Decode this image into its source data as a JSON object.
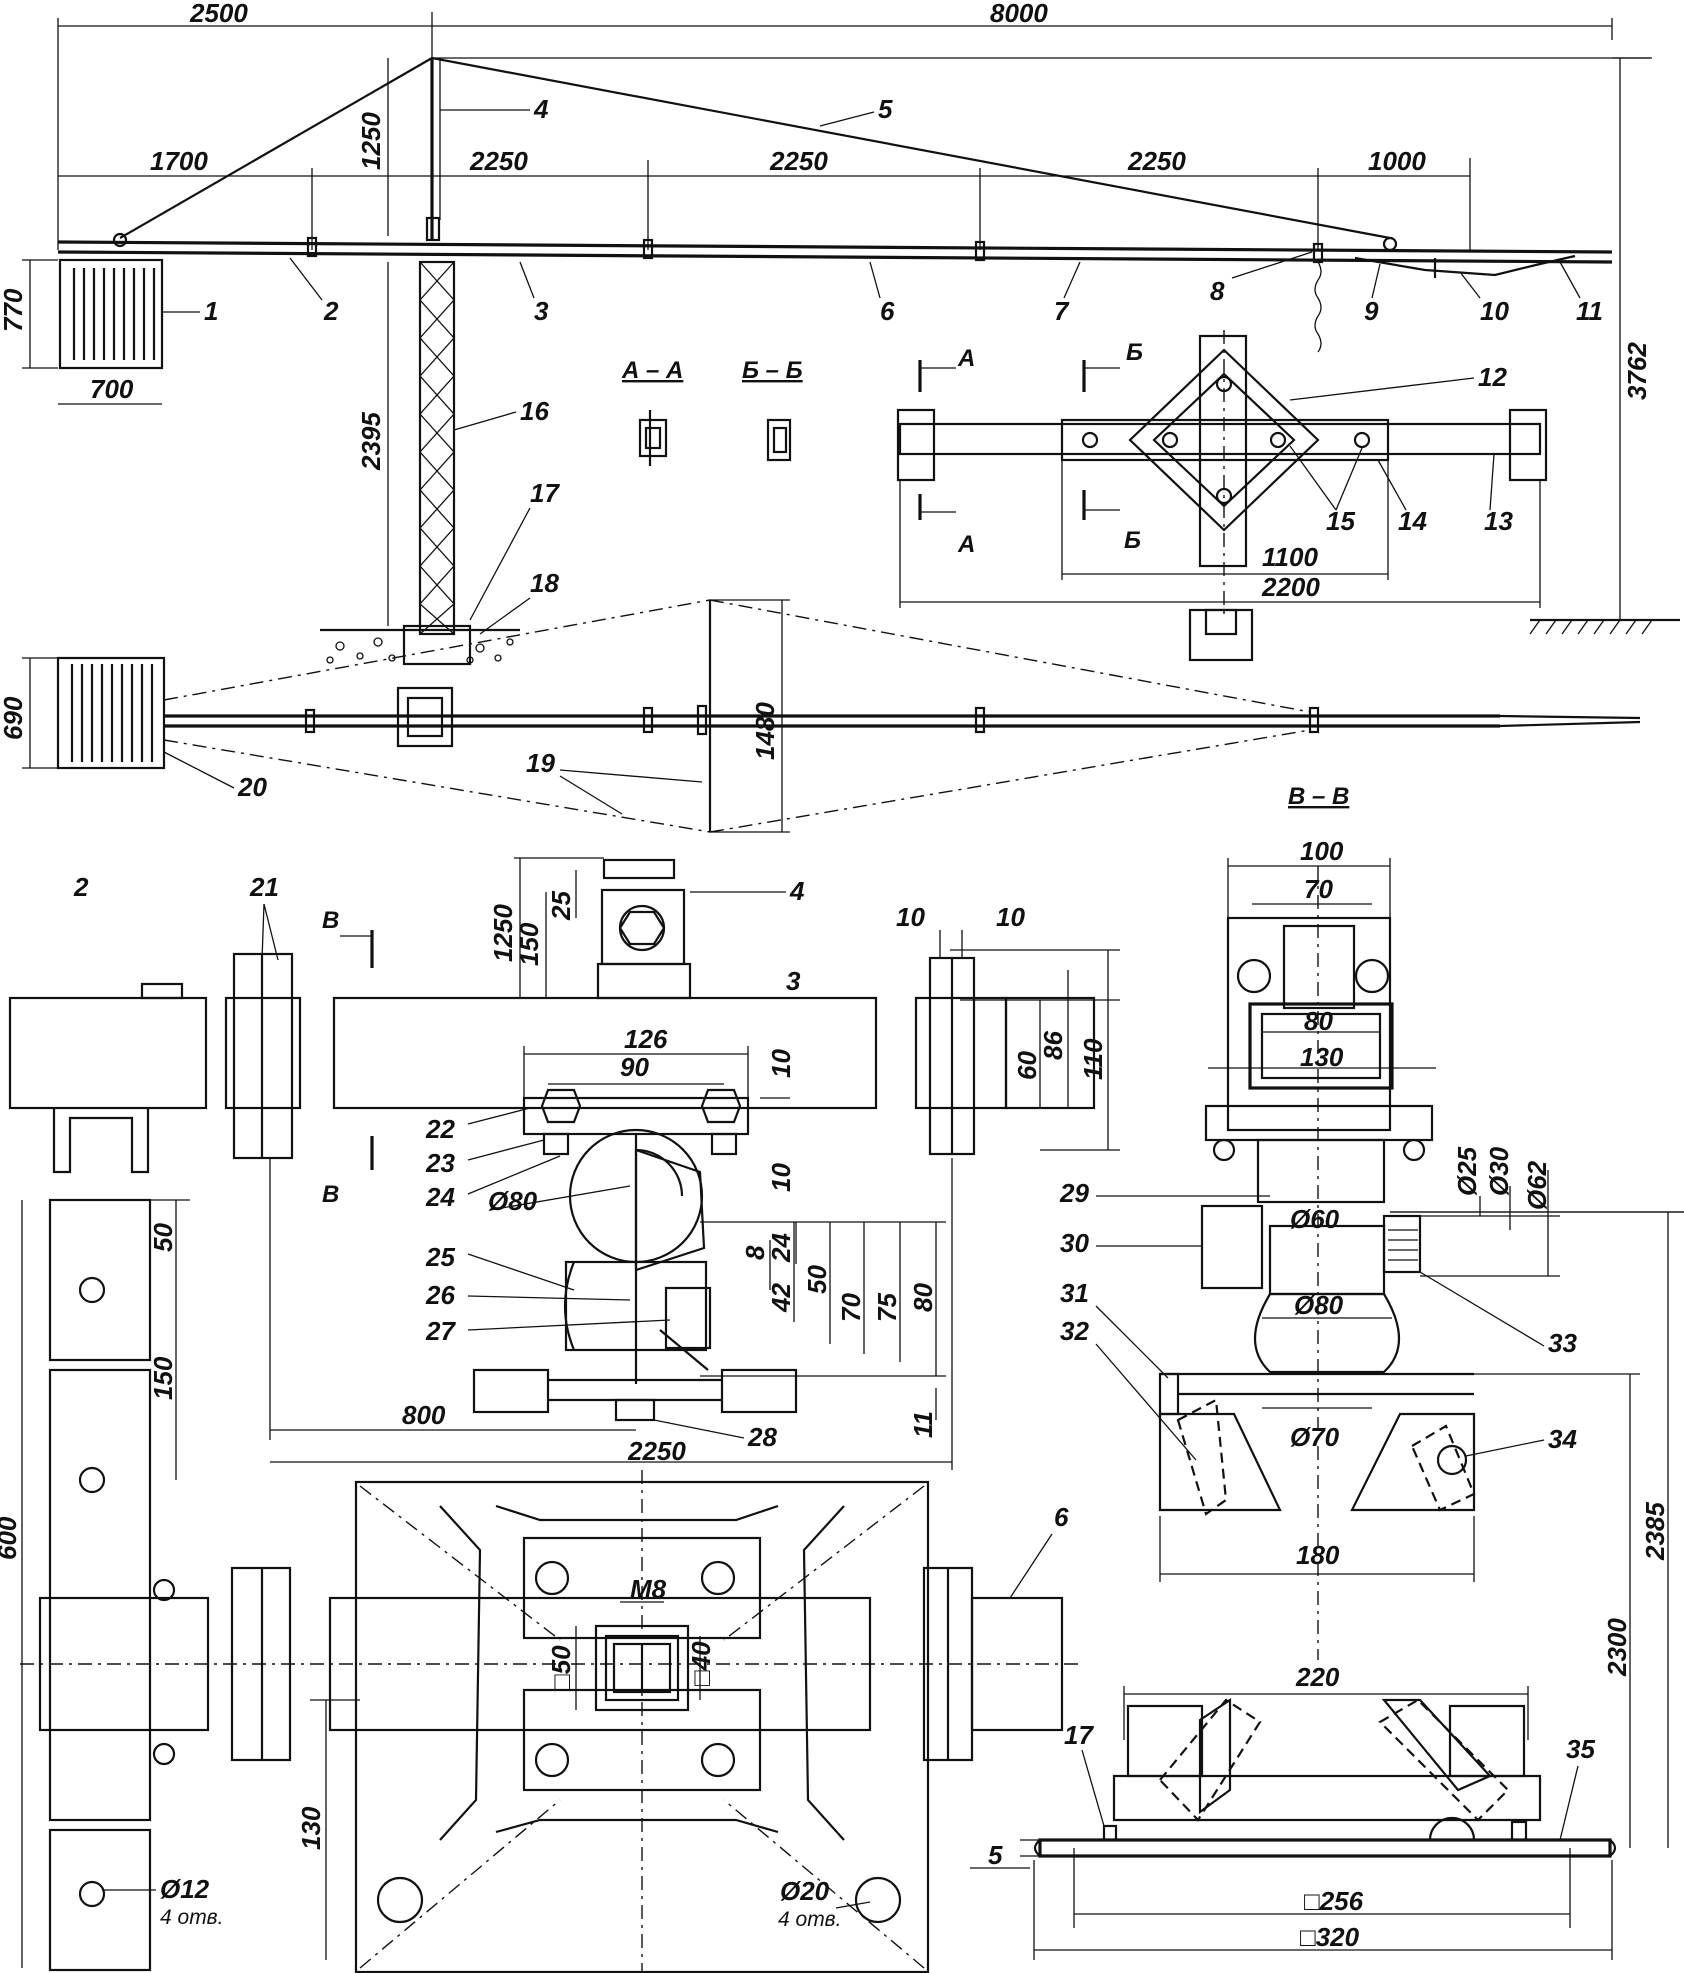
{
  "part_numbers": [
    "1",
    "2",
    "3",
    "4",
    "5",
    "6",
    "7",
    "8",
    "9",
    "10",
    "11",
    "12",
    "13",
    "14",
    "15",
    "16",
    "17",
    "18",
    "19",
    "20",
    "21",
    "22",
    "23",
    "24",
    "25",
    "26",
    "27",
    "28",
    "29",
    "30",
    "31",
    "32",
    "33",
    "34",
    "35"
  ],
  "section_labels": {
    "aa": "А – А",
    "bb": "Б – Б",
    "vv": "В – В",
    "a": "А",
    "b": "Б",
    "v": "В"
  },
  "dimensions": {
    "d2500": "2500",
    "d8000": "8000",
    "d1250": "1250",
    "d1700": "1700",
    "d2250a": "2250",
    "d2250b": "2250",
    "d2250c": "2250",
    "d1000": "1000",
    "d770": "770",
    "d700": "700",
    "d2395": "2395",
    "d3762": "3762",
    "d1100": "1100",
    "d2200": "2200",
    "d690": "690",
    "d1480": "1480",
    "d1250b": "1250",
    "d150": "150",
    "d25": "25",
    "d126": "126",
    "d90": "90",
    "d10a": "10",
    "d10b": "10",
    "d10c": "10",
    "d10d": "10",
    "d60": "60",
    "d86": "86",
    "d110": "110",
    "d80dia": "Ø80",
    "d8": "8",
    "d24": "24",
    "d42": "42",
    "d50v": "50",
    "d70v": "70",
    "d75": "75",
    "d80v": "80",
    "d11": "11",
    "d800": "800",
    "d2250d": "2250",
    "d50": "50",
    "d150b": "150",
    "d600": "600",
    "dM8": "M8",
    "dsq50": "□50",
    "dsq40": "□40",
    "d130": "130",
    "d12": "Ø12",
    "d4otv1": "4 отв.",
    "d20": "Ø20",
    "d4otv2": "4 отв.",
    "d100": "100",
    "d70": "70",
    "d80": "80",
    "d130b": "130",
    "d25dia": "Ø25",
    "d30dia": "Ø30",
    "d62dia": "Ø62",
    "d60dia": "Ø60",
    "d80dia2": "Ø80",
    "d70dia": "Ø70",
    "d180": "180",
    "d2385": "2385",
    "d2300": "2300",
    "d220": "220",
    "d5": "5",
    "dsq256": "□256",
    "dsq320": "□320"
  }
}
